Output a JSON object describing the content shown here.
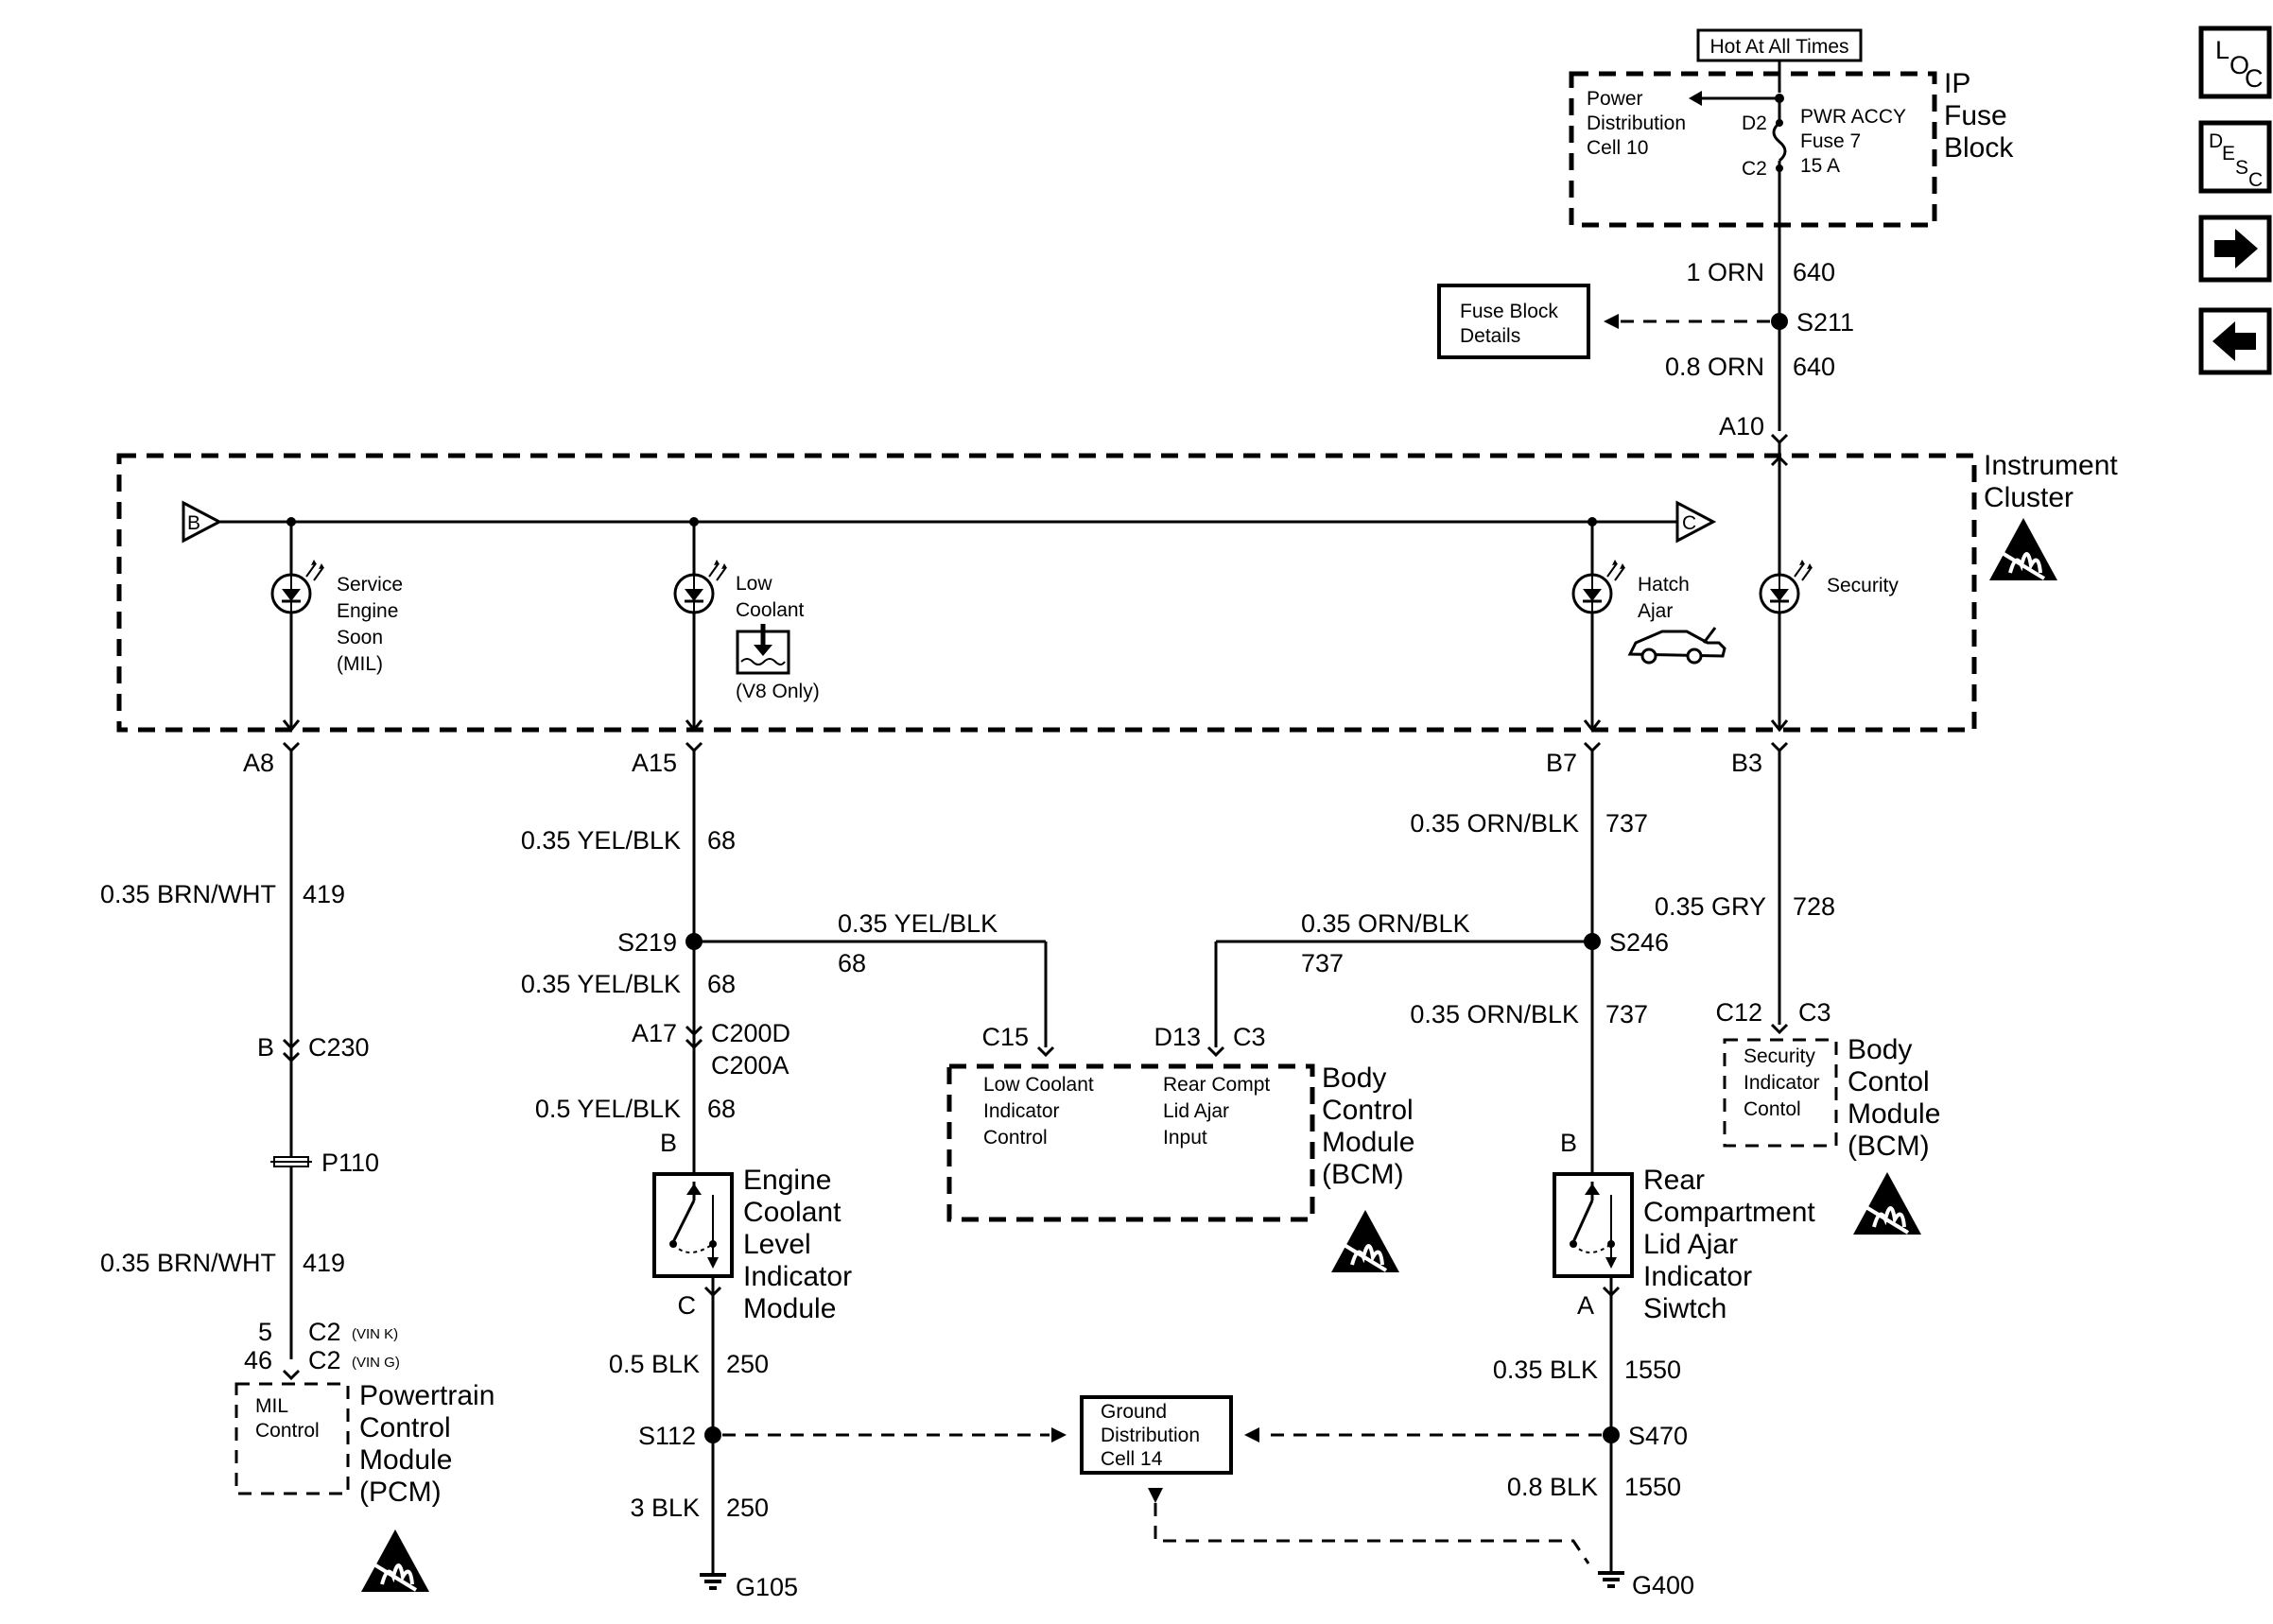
{
  "nav": {
    "loc": {
      "t1": "L",
      "t2": "O",
      "t3": "C"
    },
    "desc": {
      "t1": "D",
      "t2": "E",
      "t3": "S",
      "t4": "C"
    }
  },
  "power": {
    "hot_label": "Hot At All Times",
    "fuse_block": [
      "IP",
      "Fuse",
      "Block"
    ],
    "pdc": [
      "Power",
      "Distribution",
      "Cell 10"
    ],
    "fuse": [
      "PWR ACCY",
      "Fuse 7",
      "15 A"
    ],
    "d2": "D2",
    "c2": "C2",
    "w1_gauge": "1 ORN",
    "w1_circuit": "640",
    "splice": "S211",
    "fbd": [
      "Fuse Block",
      "Details"
    ],
    "w2_gauge": "0.8 ORN",
    "w2_circuit": "640",
    "a10": "A10"
  },
  "cluster": {
    "name": [
      "Instrument",
      "Cluster"
    ],
    "b_arrow": "B",
    "c_arrow": "C",
    "ses": [
      "Service",
      "Engine",
      "Soon",
      "(MIL)"
    ],
    "low_coolant": [
      "Low",
      "Coolant"
    ],
    "v8": "(V8 Only)",
    "hatch": [
      "Hatch",
      "Ajar"
    ],
    "security": "Security"
  },
  "left": {
    "a8": "A8",
    "w1_gauge": "0.35 BRN/WHT",
    "w1_circuit": "419",
    "conn_b": "B",
    "c230": "C230",
    "p110": "P110",
    "w2_gauge": "0.35 BRN/WHT",
    "w2_circuit": "419",
    "pin5": "5",
    "pin46": "46",
    "c2a": "C2",
    "vink": "(VIN K)",
    "c2b": "C2",
    "ving": "(VIN G)",
    "mil": [
      "MIL",
      "Control"
    ],
    "pcm": [
      "Powertrain",
      "Control",
      "Module",
      "(PCM)"
    ]
  },
  "coolant": {
    "a15": "A15",
    "w1_gauge": "0.35 YEL/BLK",
    "w1_circuit": "68",
    "s219": "S219",
    "w2_gauge": "0.35 YEL/BLK",
    "w2_circuit": "68",
    "a17": "A17",
    "c200d": "C200D",
    "c200a": "C200A",
    "w3_gauge": "0.5 YEL/BLK",
    "w3_circuit": "68",
    "pin_b": "B",
    "module": [
      "Engine",
      "Coolant",
      "Level",
      "Indicator",
      "Module"
    ],
    "pin_c": "C",
    "w4_gauge": "0.5 BLK",
    "w4_circuit": "250",
    "s112": "S112",
    "w5_gauge": "3 BLK",
    "w5_circuit": "250",
    "ground": "G105"
  },
  "bcm_center": {
    "w1_gauge": "0.35 YEL/BLK",
    "w1_circuit": "68",
    "w2_gauge": "0.35 ORN/BLK",
    "w2_circuit": "737",
    "c15": "C15",
    "d13": "D13",
    "c3": "C3",
    "lcic": [
      "Low Coolant",
      "Indicator",
      "Control"
    ],
    "rcla": [
      "Rear Compt",
      "Lid Ajar",
      "Input"
    ],
    "name": [
      "Body",
      "Control",
      "Module",
      "(BCM)"
    ]
  },
  "hatch": {
    "b7": "B7",
    "w1_gauge": "0.35 ORN/BLK",
    "w1_circuit": "737",
    "s246": "S246",
    "w2_gauge": "0.35 ORN/BLK",
    "w2_circuit": "737",
    "pin_b": "B",
    "switch": [
      "Rear",
      "Compartment",
      "Lid Ajar",
      "Indicator",
      "Siwtch"
    ],
    "pin_a": "A",
    "w3_gauge": "0.35 BLK",
    "w3_circuit": "1550",
    "s470": "S470",
    "w4_gauge": "0.8 BLK",
    "w4_circuit": "1550",
    "ground": "G400"
  },
  "ground_dist": [
    "Ground",
    "Distribution",
    "Cell 14"
  ],
  "security": {
    "b3": "B3",
    "w1_gauge": "0.35 GRY",
    "w1_circuit": "728",
    "c12": "C12",
    "c3": "C3",
    "sic": [
      "Security",
      "Indicator",
      "Contol"
    ],
    "name": [
      "Body",
      "Contol",
      "Module",
      "(BCM)"
    ]
  }
}
